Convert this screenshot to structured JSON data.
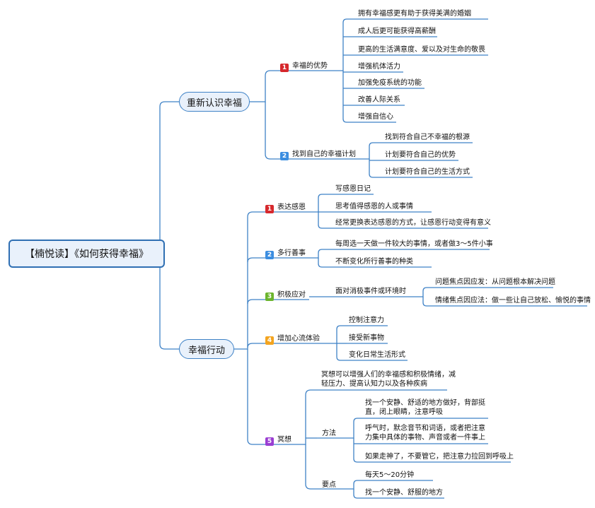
{
  "root": "【楠悦读】《如何获得幸福》",
  "branch1": {
    "title": "重新认识幸福",
    "sub1": {
      "num": "1",
      "label": "幸福的优势",
      "items": [
        "拥有幸福感更有助于获得美满的婚姻",
        "成人后更可能获得高薪酬",
        "更高的生活满意度、爱以及对生命的敬畏",
        "增强机体活力",
        "加强免疫系统的功能",
        "改善人际关系",
        "增强自信心"
      ]
    },
    "sub2": {
      "num": "2",
      "label": "找到自己的幸福计划",
      "items": [
        "找到符合自己不幸福的根源",
        "计划要符合自己的优势",
        "计划要符合自己的生活方式"
      ]
    }
  },
  "branch2": {
    "title": "幸福行动",
    "sub1": {
      "num": "1",
      "label": "表达感恩",
      "items": [
        "写感恩日记",
        "思考值得感恩的人或事情",
        "经常更换表达感恩的方式，让感恩行动变得有意义"
      ]
    },
    "sub2": {
      "num": "2",
      "label": "多行善事",
      "items": [
        "每周选一天做一件较大的事情，或者做3～5件小事",
        "不断变化所行善事的种类"
      ]
    },
    "sub3": {
      "num": "3",
      "label": "积极应对",
      "mid": "面对消极事件或环境时",
      "items": [
        "问题焦点因应发：从问题根本解决问题",
        "情绪焦点因应法：做一些让自己放松、愉悦的事情"
      ]
    },
    "sub4": {
      "num": "4",
      "label": "增加心流体验",
      "items": [
        "控制注意力",
        "接受新事物",
        "变化日常生活形式"
      ]
    },
    "sub5": {
      "num": "5",
      "label": "冥想",
      "intro": "冥想可以增强人们的幸福感和积极情绪，减轻压力、提高认知力以及各种疾病",
      "method": {
        "label": "方法",
        "items": [
          "找一个安静、舒适的地方做好，背部挺直，闭上眼睛，注意呼吸",
          "呼气时，默念音节和词语，或者把注意力集中具体的事物、声音或者一件事上",
          "如果走神了，不要管它，把注意力拉回到呼吸上"
        ]
      },
      "keypoints": {
        "label": "要点",
        "items": [
          "每天5～20分钟",
          "找一个安静、舒服的地方"
        ]
      }
    }
  },
  "colors": {
    "line": "#3f82c6",
    "box_fill": "#e9f1fb",
    "red": "#d6282c",
    "blue": "#3b8de0",
    "green": "#6bb42d",
    "orange": "#f3a41f",
    "purple": "#9a3ed2"
  }
}
